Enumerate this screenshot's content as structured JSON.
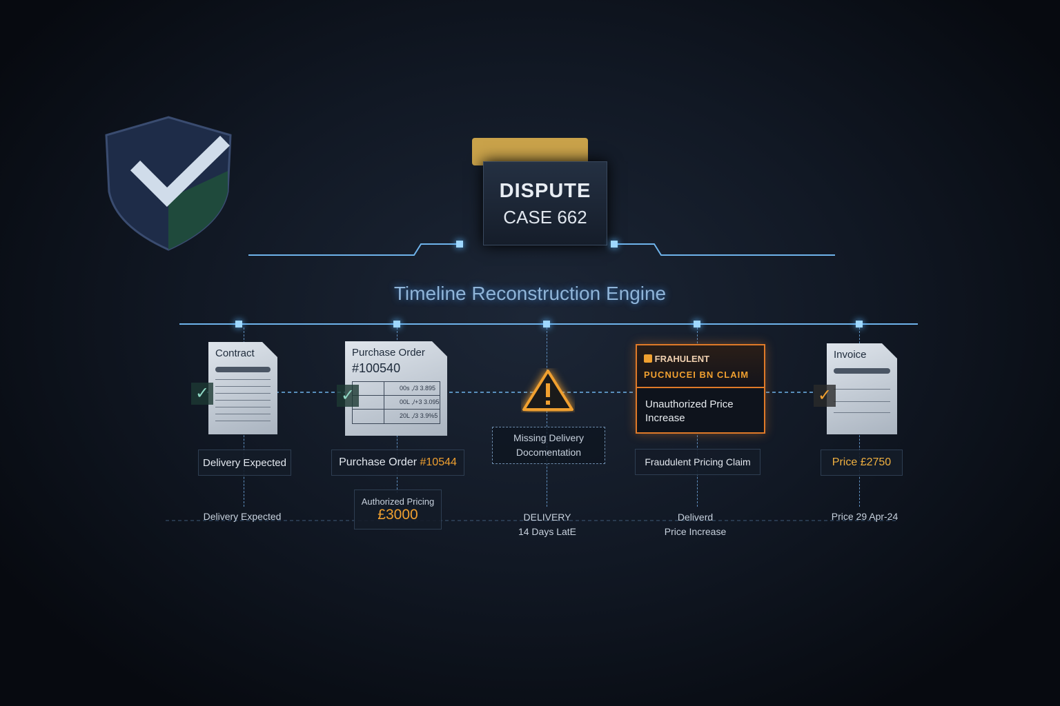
{
  "folder": {
    "line1": "DISPUTE",
    "line2": "CASE 662"
  },
  "title": "Timeline Reconstruction Engine",
  "contract": {
    "doc_title": "Contract",
    "label": "Delivery Expected",
    "bottom": "Delivery Expected"
  },
  "purchase_order": {
    "doc_title": "Purchase Order",
    "doc_number": "#100540",
    "rows": [
      "00s ,/3 3.895",
      "00L ,/+3 3.095",
      "20L ,/3 3.9%5"
    ],
    "label_prefix": "Purchase Order",
    "label_number": "#10544",
    "pricing_label": "Authorized Pricing",
    "pricing_value": "£3000"
  },
  "missing": {
    "label_line1": "Missing Delivery",
    "label_line2": "Docomentation",
    "bottom_line1": "DELIVERY",
    "bottom_line2": "14 Days LatE"
  },
  "fraud": {
    "header_line1": "FRAHULENT",
    "header_line2": "PUCNUCEI BN CLAIM",
    "body": "Unauthorized Price Increase",
    "label": "Fraudulent Pricing Claim",
    "bottom_line1": "Deliverd",
    "bottom_line2": "Price Increase"
  },
  "invoice": {
    "doc_title": "Invoice",
    "label": "Price £2750",
    "bottom": "Price 29 Apr-24"
  },
  "colors": {
    "accent": "#f0a030",
    "line": "#6fb4ec"
  }
}
